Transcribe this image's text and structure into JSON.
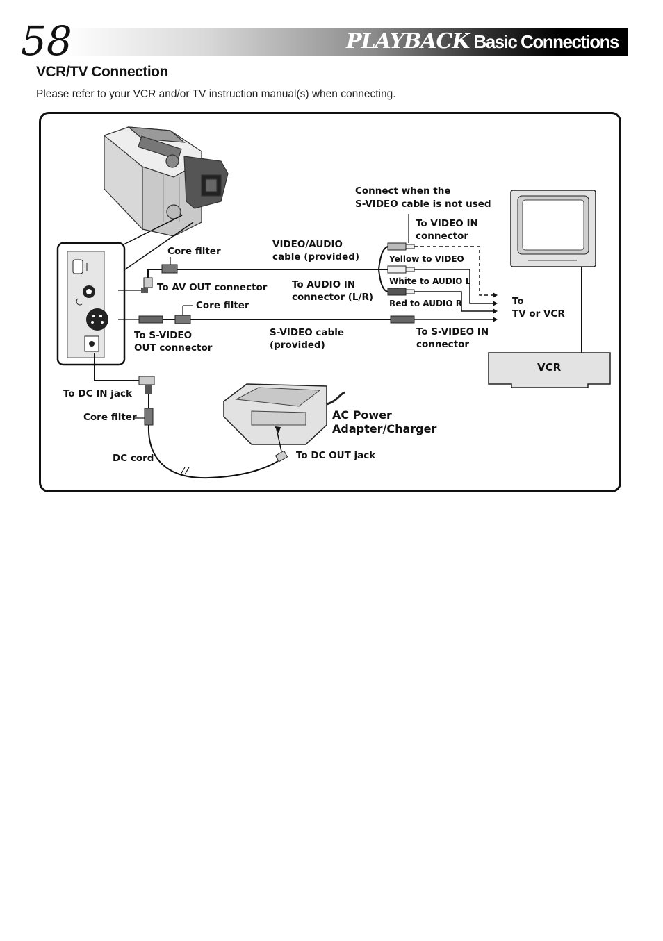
{
  "header": {
    "page_number": "58",
    "section": "PLAYBACK",
    "subsection": "Basic Connections"
  },
  "title": "VCR/TV Connection",
  "intro": "Please refer to your VCR and/or TV instruction manual(s) when connecting.",
  "labels": {
    "connect_when": "Connect when the",
    "svideo_not_used": "S-VIDEO cable is not used",
    "to_video_in": "To VIDEO IN",
    "connector": "connector",
    "core_filter_1": "Core filter",
    "video_audio": "VIDEO/AUDIO",
    "cable_provided": "cable (provided)",
    "yellow": "Yellow to VIDEO",
    "white": "White to AUDIO L",
    "red": "Red to AUDIO R",
    "to_av_out": "To AV OUT connector",
    "to_audio_in": "To AUDIO IN",
    "connector_lr": "connector (L/R)",
    "core_filter_2": "Core filter",
    "to": "To",
    "tv_or_vcr": "TV or VCR",
    "to_svideo": "To S-VIDEO",
    "out_connector": "OUT connector",
    "svideo_cable": "S-VIDEO cable",
    "provided": "(provided)",
    "to_svideo_in": "To S-VIDEO IN",
    "connector_2": "connector",
    "vcr": "VCR",
    "to_dc_in": "To DC IN jack",
    "core_filter_3": "Core filter",
    "ac_power": "AC Power",
    "adapter_charger": "Adapter/Charger",
    "dc_cord": "DC cord",
    "to_dc_out": "To DC OUT jack"
  }
}
